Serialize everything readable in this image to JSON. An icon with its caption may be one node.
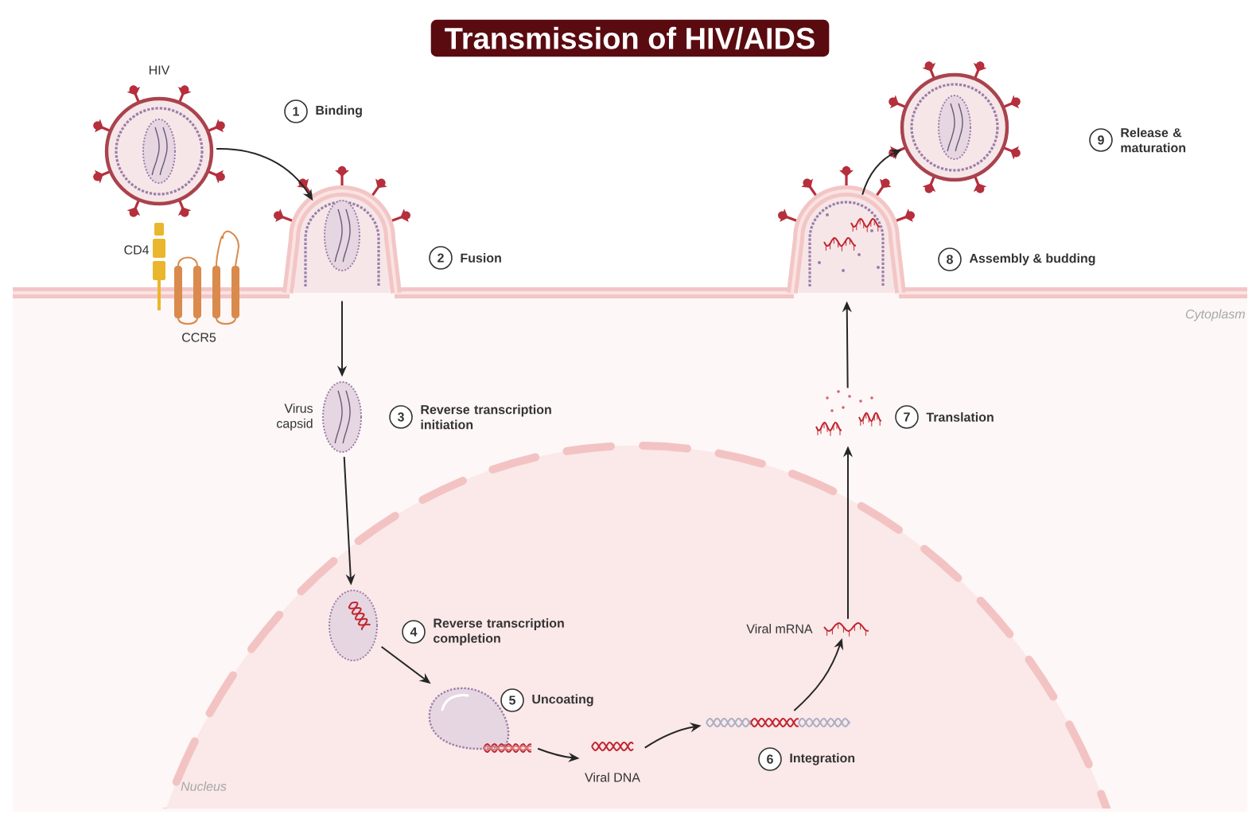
{
  "diagram": {
    "title": "Transmission of HIV/AIDS",
    "nodes": [
      {
        "text": [
          "HIV"
        ]
      },
      {
        "text": [],
        "shape": "picture"
      },
      {
        "text": [],
        "shape": "picture",
        "beside": [
          "Virus capsid"
        ]
      },
      {
        "text": [],
        "shape": "picture"
      },
      {
        "text": [],
        "shape": "picture"
      },
      {
        "text": [
          "Viral DNA"
        ]
      },
      {
        "text": [],
        "shape": "picture"
      },
      {
        "text": [
          "Viral mRNA"
        ]
      },
      {
        "text": [],
        "shape": "picture"
      },
      {
        "text": [],
        "shape": "picture"
      },
      {
        "text": [],
        "shape": "picture"
      }
    ],
    "edges": [
      {
        "from": 0,
        "to": 1,
        "arrow": "to"
      },
      {
        "from": 1,
        "to": 2,
        "arrow": "to"
      },
      {
        "from": 2,
        "to": 3,
        "arrow": "to"
      },
      {
        "from": 3,
        "to": 4,
        "arrow": "to"
      },
      {
        "from": 4,
        "to": 5,
        "arrow": "to"
      },
      {
        "from": 5,
        "to": 6,
        "arrow": "to"
      },
      {
        "from": 6,
        "to": 7,
        "arrow": "to"
      },
      {
        "from": 7,
        "to": 8,
        "arrow": "to"
      },
      {
        "from": 8,
        "to": 9,
        "arrow": "to"
      },
      {
        "from": 9,
        "to": 10,
        "arrow": "to"
      }
    ],
    "labels": [
      "CD4",
      "CCR5",
      "1",
      "Binding",
      "2",
      "Fusion",
      "Cytoplasm",
      "3",
      "Reverse transcription initiation",
      "4",
      "Reverse transcription completion",
      "5",
      "Uncoating",
      "6",
      "Integration",
      "7",
      "Translation",
      "8",
      "Assembly & budding",
      "9",
      "Release & maturation",
      "Nucleus"
    ]
  }
}
